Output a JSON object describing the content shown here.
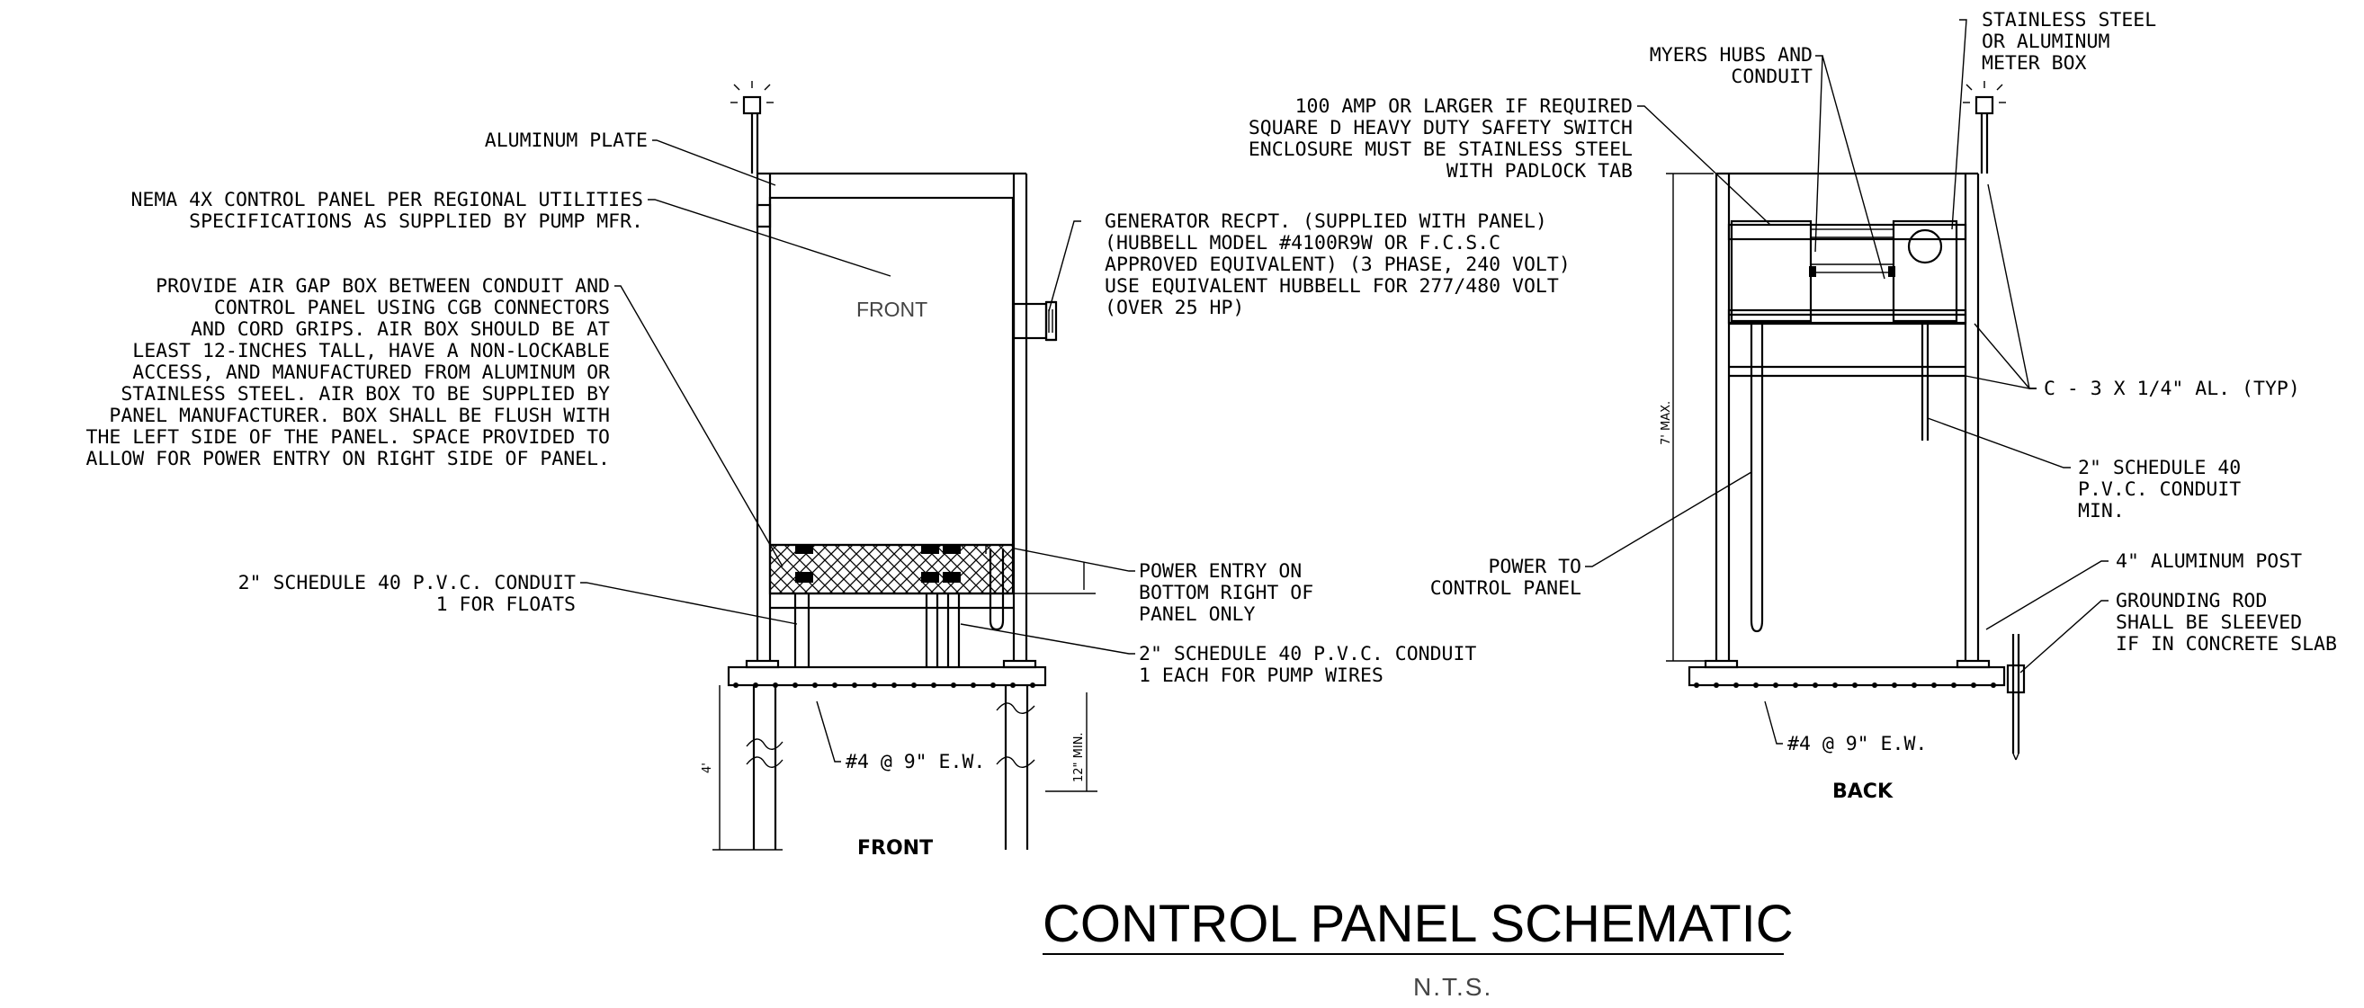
{
  "title": "CONTROL PANEL SCHEMATIC",
  "subtitle": "N.T.S.",
  "views": {
    "front": "FRONT",
    "back": "BACK"
  },
  "panel_face_label": "FRONT",
  "front_left_callouts": {
    "aluminum_plate": [
      "ALUMINUM PLATE"
    ],
    "nema": [
      "NEMA 4X CONTROL PANEL PER REGIONAL UTILITIES",
      "SPECIFICATIONS AS SUPPLIED BY PUMP MFR."
    ],
    "air_gap": [
      "PROVIDE AIR GAP BOX BETWEEN CONDUIT AND",
      "CONTROL PANEL USING CGB CONNECTORS",
      "AND CORD GRIPS. AIR BOX SHOULD BE AT",
      "LEAST 12-INCHES TALL, HAVE A NON-LOCKABLE",
      "ACCESS, AND MANUFACTURED FROM ALUMINUM OR",
      "STAINLESS STEEL. AIR BOX TO BE SUPPLIED BY",
      "PANEL MANUFACTURER. BOX SHALL BE FLUSH WITH",
      "THE LEFT SIDE OF THE PANEL. SPACE PROVIDED TO",
      "ALLOW FOR POWER ENTRY ON RIGHT SIDE OF PANEL."
    ],
    "floats_conduit": [
      "2\" SCHEDULE 40 P.V.C. CONDUIT",
      "1 FOR FLOATS"
    ]
  },
  "front_right_callouts": {
    "generator": [
      "GENERATOR RECPT. (SUPPLIED WITH PANEL)",
      "(HUBBELL MODEL #4100R9W OR F.C.S.C",
      "APPROVED EQUIVALENT) (3 PHASE, 240 VOLT)",
      "USE EQUIVALENT HUBBELL FOR 277/480 VOLT",
      "(OVER 25 HP)"
    ],
    "power_entry": [
      "POWER ENTRY ON",
      "BOTTOM RIGHT OF",
      "PANEL ONLY"
    ],
    "pump_conduit": [
      "2\" SCHEDULE 40 P.V.C. CONDUIT",
      "1 EACH FOR PUMP WIRES"
    ],
    "rebar": "#4 @ 9\" E.W."
  },
  "front_dims": {
    "depth": "4'",
    "min_cover": "12\" MIN."
  },
  "back_callouts": {
    "safety_switch": [
      "100 AMP OR LARGER IF REQUIRED",
      "SQUARE D HEAVY DUTY SAFETY SWITCH",
      "ENCLOSURE MUST BE STAINLESS STEEL",
      "WITH PADLOCK TAB"
    ],
    "myers_hubs": [
      "MYERS HUBS AND",
      "CONDUIT"
    ],
    "meter_box": [
      "STAINLESS STEEL",
      "OR ALUMINUM",
      "METER BOX"
    ],
    "channel": [
      "C - 3 X 1/4\" AL. (TYP)"
    ],
    "conduit_min": [
      "2\" SCHEDULE 40",
      "P.V.C. CONDUIT",
      "MIN."
    ],
    "power_to_panel": [
      "POWER TO",
      "CONTROL PANEL"
    ],
    "post": [
      "4\" ALUMINUM POST"
    ],
    "grounding_rod": [
      "GROUNDING ROD",
      "SHALL BE SLEEVED",
      "IF IN CONCRETE SLAB"
    ],
    "rebar": "#4 @ 9\" E.W."
  },
  "back_dims": {
    "height": "7' MAX."
  }
}
